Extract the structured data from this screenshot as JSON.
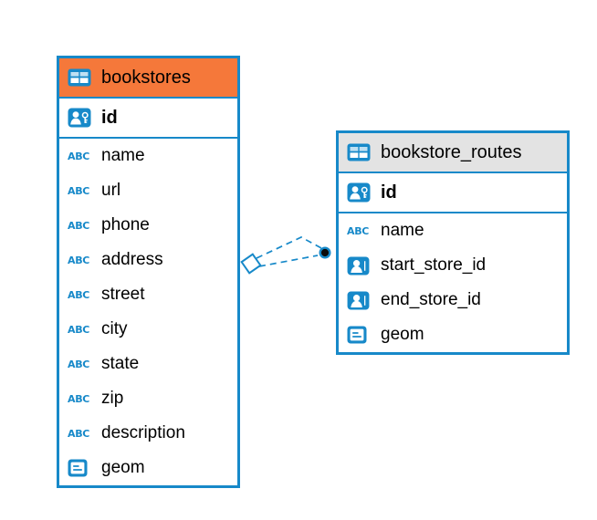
{
  "colors": {
    "accent_blue": "#1789C9",
    "highlight_orange": "#F5783A",
    "header_gray": "#E3E3E3",
    "background": "#ffffff",
    "text": "#000000"
  },
  "icons": {
    "text_glyph": "ABC",
    "header_icon": "table-icon",
    "pk_icon": "person-key-icon",
    "fk_icon": "person-ref-icon",
    "geometry_icon": "geometry-icon"
  },
  "tables": [
    {
      "name": "bookstores",
      "header_style": "orange-highlight",
      "pk": {
        "label": "id",
        "icon": "person-key-icon"
      },
      "columns": [
        {
          "label": "name",
          "icon": "text-icon"
        },
        {
          "label": "url",
          "icon": "text-icon"
        },
        {
          "label": "phone",
          "icon": "text-icon"
        },
        {
          "label": "address",
          "icon": "text-icon"
        },
        {
          "label": "street",
          "icon": "text-icon"
        },
        {
          "label": "city",
          "icon": "text-icon"
        },
        {
          "label": "state",
          "icon": "text-icon"
        },
        {
          "label": "zip",
          "icon": "text-icon"
        },
        {
          "label": "description",
          "icon": "text-icon"
        },
        {
          "label": "geom",
          "icon": "geometry-icon"
        }
      ]
    },
    {
      "name": "bookstore_routes",
      "header_style": "gray",
      "pk": {
        "label": "id",
        "icon": "person-key-icon"
      },
      "columns": [
        {
          "label": "name",
          "icon": "text-icon"
        },
        {
          "label": "start_store_id",
          "icon": "person-ref-icon"
        },
        {
          "label": "end_store_id",
          "icon": "person-ref-icon"
        },
        {
          "label": "geom",
          "icon": "geometry-icon"
        }
      ]
    }
  ],
  "relationship": {
    "from_table": "bookstore_routes",
    "to_table": "bookstores",
    "line_style": "dashed",
    "line_count": 2,
    "end_markers": [
      "diamond",
      "dot"
    ]
  }
}
